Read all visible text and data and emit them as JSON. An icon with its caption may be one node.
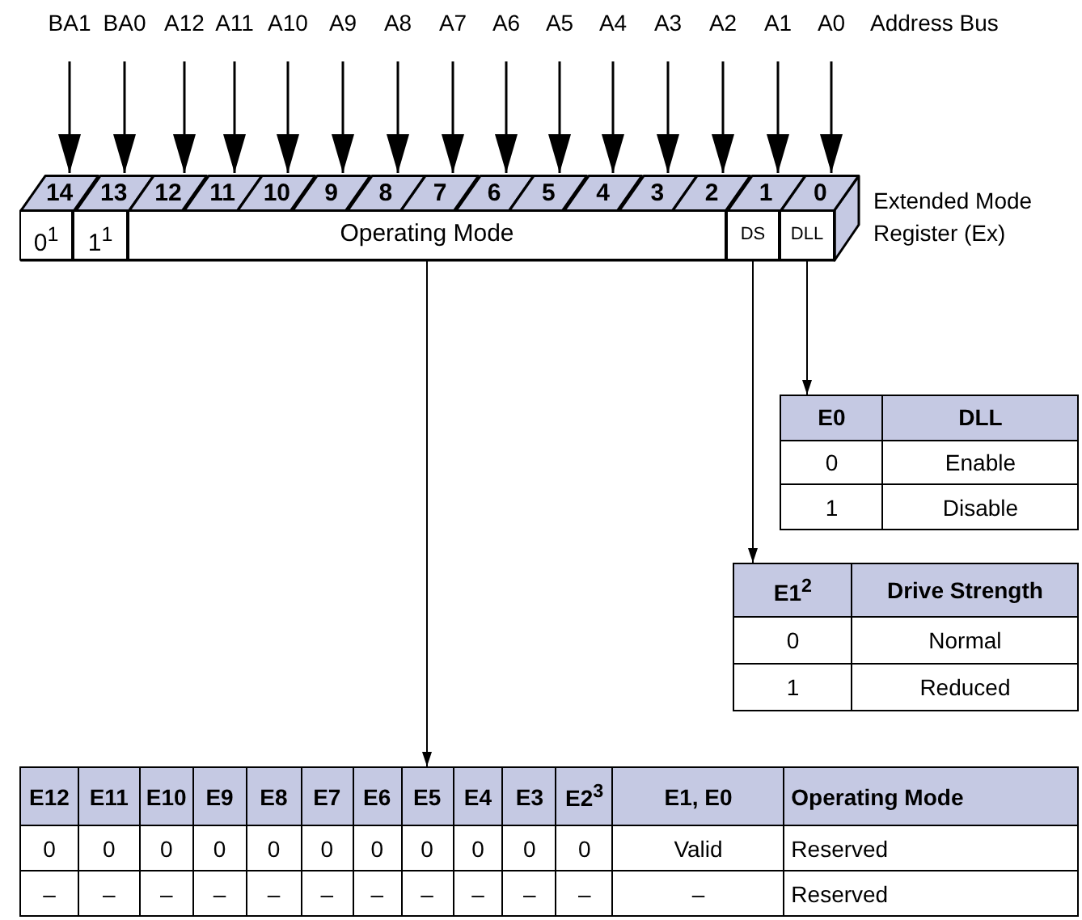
{
  "diagram": {
    "nodes": [
      {
        "text": [
          "BA1"
        ]
      },
      {
        "text": [
          "BA0"
        ]
      },
      {
        "text": [
          "A12"
        ]
      },
      {
        "text": [
          "A11"
        ]
      },
      {
        "text": [
          "A10"
        ]
      },
      {
        "text": [
          "A9"
        ]
      },
      {
        "text": [
          "A8"
        ]
      },
      {
        "text": [
          "A7"
        ]
      },
      {
        "text": [
          "A6"
        ]
      },
      {
        "text": [
          "A5"
        ]
      },
      {
        "text": [
          "A4"
        ]
      },
      {
        "text": [
          "A3"
        ]
      },
      {
        "text": [
          "A2"
        ]
      },
      {
        "text": [
          "A1"
        ]
      },
      {
        "text": [
          "A0"
        ]
      },
      {
        "text": [
          "Extended Mode Register (Ex)"
        ]
      },
      {
        "text": [
          "14"
        ]
      },
      {
        "text": [
          "13"
        ]
      },
      {
        "text": [
          "12"
        ]
      },
      {
        "text": [
          "11"
        ]
      },
      {
        "text": [
          "10"
        ]
      },
      {
        "text": [
          "9"
        ]
      },
      {
        "text": [
          "8"
        ]
      },
      {
        "text": [
          "7"
        ]
      },
      {
        "text": [
          "6"
        ]
      },
      {
        "text": [
          "5"
        ]
      },
      {
        "text": [
          "4"
        ]
      },
      {
        "text": [
          "3"
        ]
      },
      {
        "text": [
          "2"
        ]
      },
      {
        "text": [
          "1"
        ]
      },
      {
        "text": [
          "0"
        ]
      },
      {
        "text": [
          "0$^{1}$"
        ],
        "in": 15
      },
      {
        "text": [
          "1$^{1}$"
        ],
        "in": 15
      },
      {
        "text": [
          "Operating Mode"
        ],
        "in": 15
      },
      {
        "text": [
          "DS"
        ],
        "in": 15
      },
      {
        "text": [
          "DLL"
        ],
        "in": 15
      },
      {
        "text": [
          "E0",
          "DLL",
          "0",
          "Enable",
          "1",
          "Disable"
        ]
      },
      {
        "text": [
          "E1$^{2}$",
          "Drive Strength",
          "0",
          "Normal",
          "1",
          "Reduced"
        ]
      },
      {
        "text": [
          "E12",
          "E11",
          "E10",
          "E9",
          "E8",
          "E7",
          "E6",
          "E5",
          "E4",
          "E3",
          "E2$^{3}$",
          "E1, E0",
          "Operating Mode",
          "0",
          "0",
          "0",
          "0",
          "0",
          "0",
          "0",
          "0",
          "0",
          "0",
          "0",
          "Valid",
          "Reserved",
          "–",
          "–",
          "–",
          "–",
          "–",
          "–",
          "–",
          "–",
          "–",
          "–",
          "–",
          "–",
          "Reserved"
        ]
      }
    ],
    "edges": [
      {
        "from": 0,
        "to": 16,
        "arrow": "to"
      },
      {
        "from": 1,
        "to": 17,
        "arrow": "to"
      },
      {
        "from": 2,
        "to": 18,
        "arrow": "to"
      },
      {
        "from": 3,
        "to": 19,
        "arrow": "to"
      },
      {
        "from": 4,
        "to": 20,
        "arrow": "to"
      },
      {
        "from": 5,
        "to": 21,
        "arrow": "to"
      },
      {
        "from": 6,
        "to": 22,
        "arrow": "to"
      },
      {
        "from": 7,
        "to": 23,
        "arrow": "to"
      },
      {
        "from": 8,
        "to": 24,
        "arrow": "to"
      },
      {
        "from": 9,
        "to": 25,
        "arrow": "to"
      },
      {
        "from": 10,
        "to": 26,
        "arrow": "to"
      },
      {
        "from": 11,
        "to": 27,
        "arrow": "to"
      },
      {
        "from": 12,
        "to": 28,
        "arrow": "to"
      },
      {
        "from": 13,
        "to": 29,
        "arrow": "to"
      },
      {
        "from": 14,
        "to": 30,
        "arrow": "to"
      },
      {
        "from": 35,
        "to": 36,
        "arrow": "to"
      },
      {
        "from": 34,
        "to": 37,
        "arrow": "to"
      },
      {
        "from": 33,
        "to": 38,
        "arrow": "to"
      }
    ],
    "labels": [
      "Address Bus"
    ]
  }
}
